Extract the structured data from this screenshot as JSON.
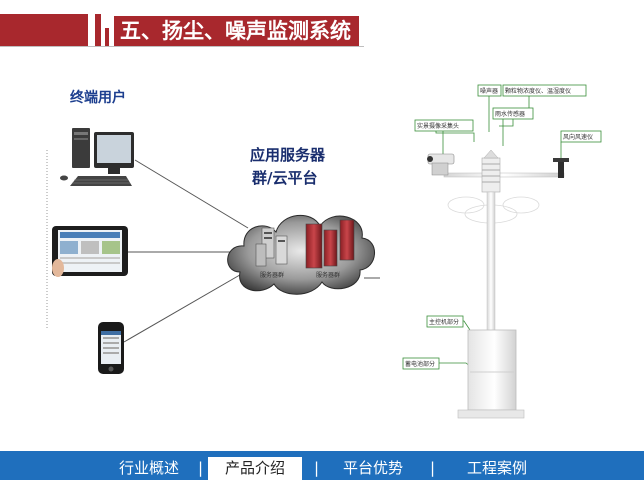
{
  "header": {
    "title": "五、扬尘、噪声监测系统"
  },
  "network": {
    "terminal_label": "终端用户",
    "server_label_line1": "应用服务器",
    "server_label_line2": "群/云平台",
    "cloud_left_caption": "服务器群",
    "cloud_right_caption": "服务器群"
  },
  "device": {
    "labels": {
      "noise": "噪声器",
      "pm_temp_humidity": "颗粒物浓度仪、温湿度仪",
      "rain": "雨水传感器",
      "camera": "实景摄像采集头",
      "wind": "风向风速仪",
      "controller": "主控机部分",
      "battery": "蓄电池部分"
    }
  },
  "nav": {
    "tabs": [
      {
        "label": "行业概述",
        "active": false
      },
      {
        "label": "产品介绍",
        "active": true
      },
      {
        "label": "平台优势",
        "active": false
      },
      {
        "label": "工程案例",
        "active": false
      }
    ],
    "separator": "|"
  },
  "colors": {
    "header_red": "#a8282d",
    "nav_blue": "#1f6fbd",
    "label_blue": "#1d3f8f",
    "callout_green": "#3a8f3a"
  }
}
